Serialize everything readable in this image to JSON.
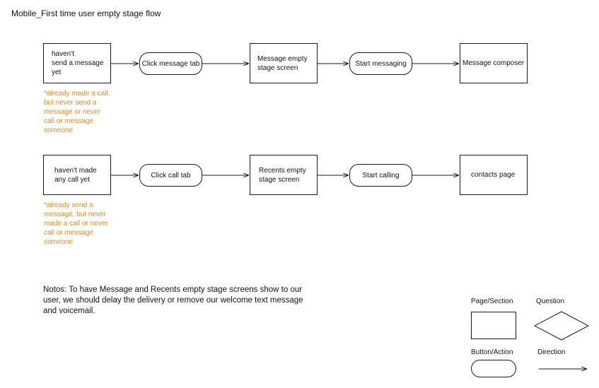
{
  "title": "Mobile_First time user empty stage flow",
  "flows": [
    {
      "start": {
        "label": "haven't\nsend a message\nyet"
      },
      "action1": {
        "label": "Click message tab"
      },
      "screen": {
        "label": "Message empty\nstage screen"
      },
      "action2": {
        "label": "Start messaging"
      },
      "end": {
        "label": "Message composer"
      },
      "condition_note": "*already made a call,\nbut never send a\nmessage or never\ncall or message\nsomeone"
    },
    {
      "start": {
        "label": "haven't made\nany call yet"
      },
      "action1": {
        "label": "Click call tab"
      },
      "screen": {
        "label": "Recents empty\nstage screen"
      },
      "action2": {
        "label": "Start calling"
      },
      "end": {
        "label": "contacts page"
      },
      "condition_note": "*already send a\nmessage, but never\nmade a call or never\ncall or message\nsomeone"
    }
  ],
  "notes": "Notos: To have Message and Recents empty stage screens show to our\nuser, we should delay the delivery or remove  our welcome text message\nand voicemail.",
  "legend": {
    "page_section": "Page/Section",
    "question": "Question",
    "button_action": "Button/Action",
    "direction": "Direction"
  },
  "colors": {
    "line": "#1a1a1a",
    "condition_note": "#e08a1e"
  }
}
